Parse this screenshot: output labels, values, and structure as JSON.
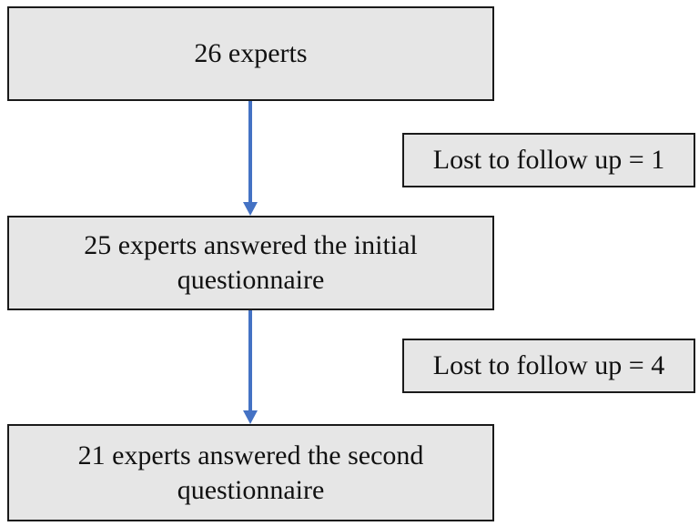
{
  "flowchart": {
    "steps": [
      "26 experts",
      "25 experts answered the initial questionnaire",
      "21 experts answered the second questionnaire"
    ],
    "exclusions": [
      "Lost to follow up = 1",
      "Lost to follow up = 4"
    ],
    "colors": {
      "box_fill": "#e6e6e6",
      "box_border": "#1a1a1a",
      "arrow": "#4472c4"
    }
  }
}
